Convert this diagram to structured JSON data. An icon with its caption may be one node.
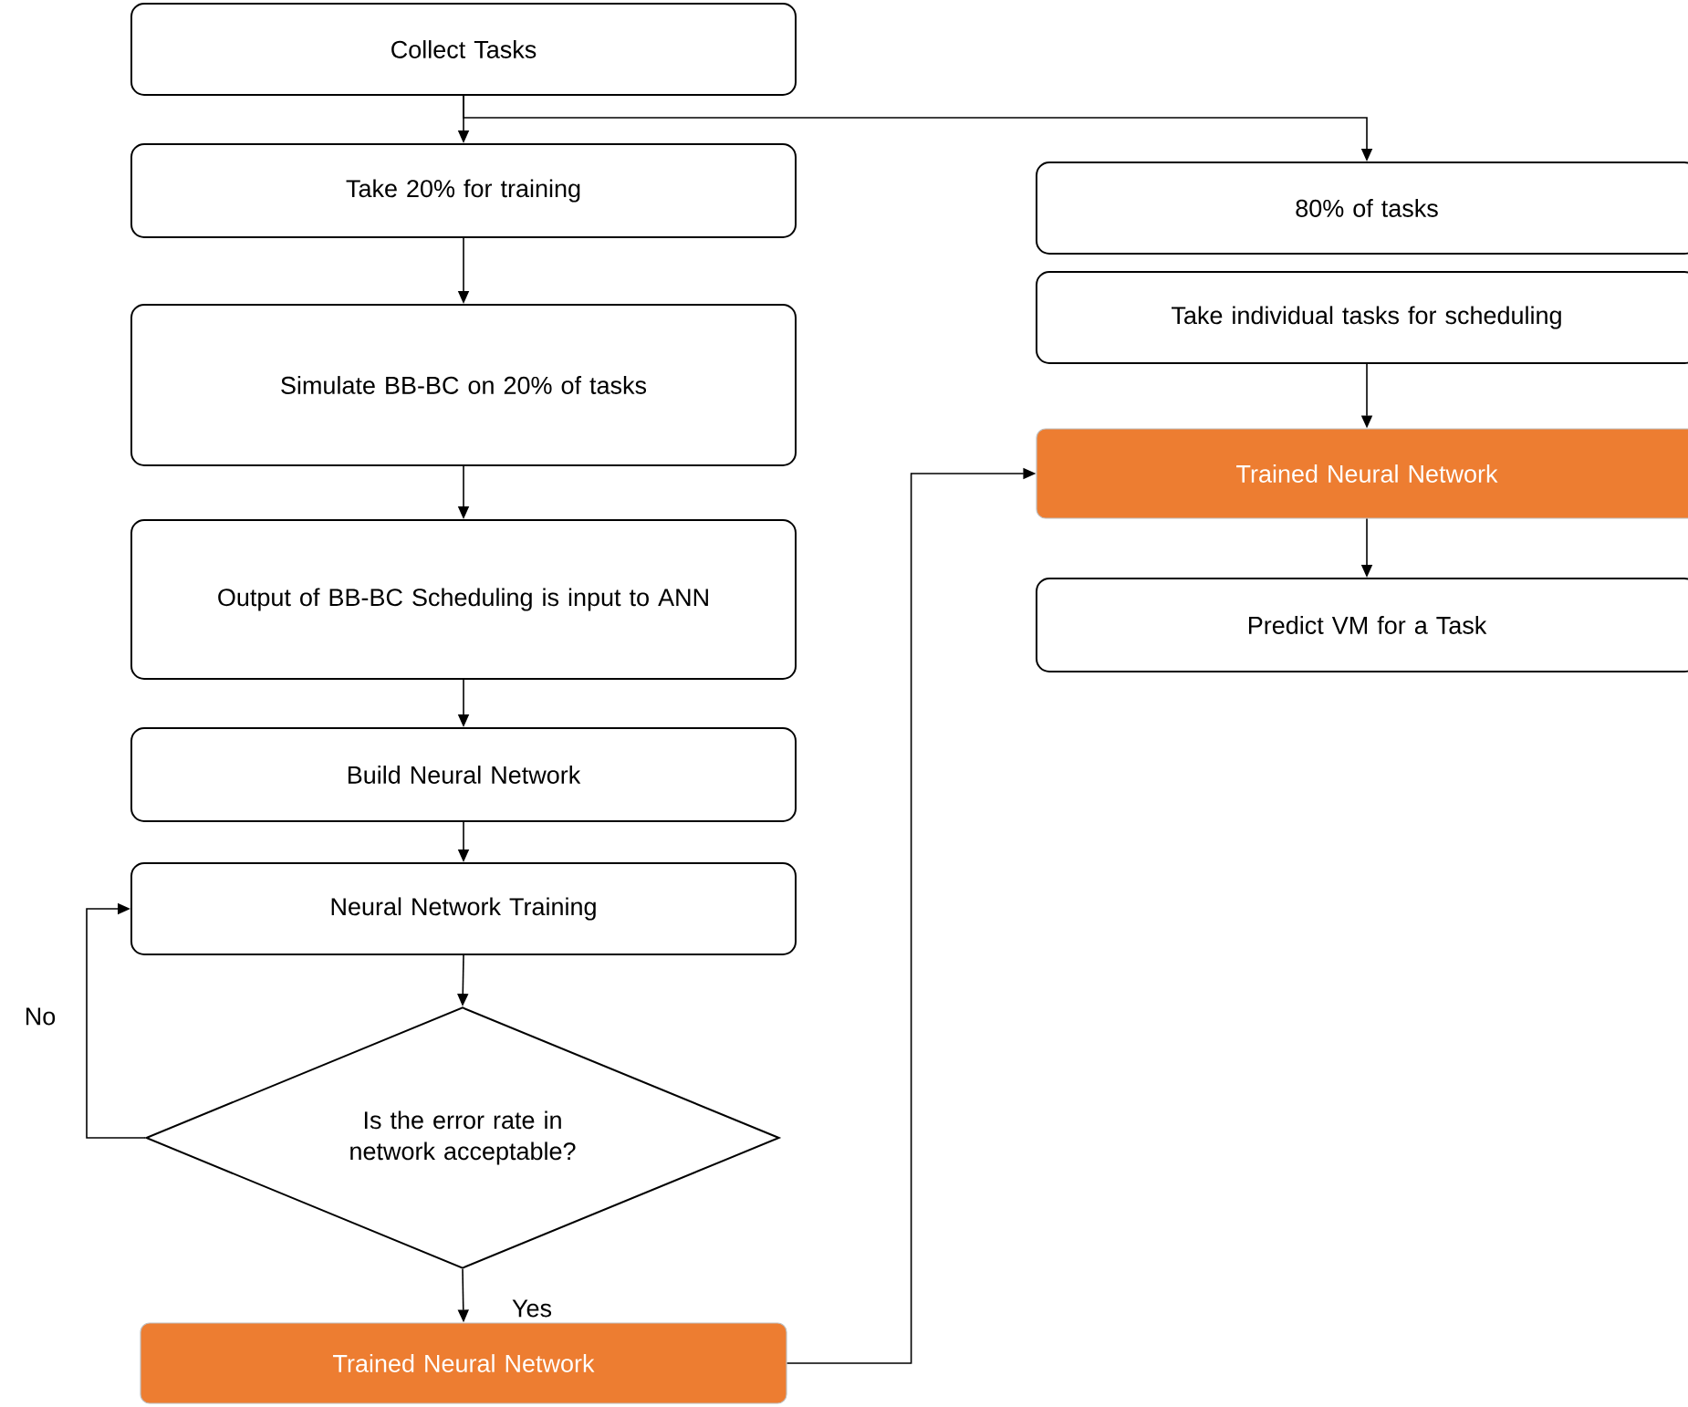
{
  "diagram": {
    "nodes": [
      {
        "text": [
          "Collect Tasks"
        ]
      },
      {
        "text": [
          "Take 20% for training"
        ]
      },
      {
        "text": [
          "Simulate BB-BC on 20% of tasks"
        ]
      },
      {
        "text": [
          "Output of BB-BC Scheduling is input to ANN"
        ]
      },
      {
        "text": [
          "Build Neural Network"
        ]
      },
      {
        "text": [
          "Neural Network Training"
        ]
      },
      {
        "text": [
          "Is the error rate in network acceptable?"
        ]
      },
      {
        "text": [
          "Trained Neural Network"
        ]
      },
      {
        "text": [
          "80% of tasks"
        ]
      },
      {
        "text": [
          "Take individual tasks for scheduling"
        ]
      },
      {
        "text": [
          "Trained Neural Network"
        ]
      },
      {
        "text": [
          "Predict VM for a Task"
        ]
      }
    ],
    "edges": [
      {
        "from": 0,
        "to": 1,
        "arrow": "to"
      },
      {
        "from": 0,
        "to": 8,
        "arrow": "to"
      },
      {
        "from": 1,
        "to": 2,
        "arrow": "to"
      },
      {
        "from": 2,
        "to": 3,
        "arrow": "to"
      },
      {
        "from": 3,
        "to": 4,
        "arrow": "to"
      },
      {
        "from": 4,
        "to": 5,
        "arrow": "to"
      },
      {
        "from": 5,
        "to": 6,
        "arrow": "to"
      },
      {
        "from": 6,
        "to": 5,
        "arrow": "to",
        "label": "No"
      },
      {
        "from": 6,
        "to": 7,
        "arrow": "to",
        "label": "Yes"
      },
      {
        "from": 7,
        "to": 10,
        "arrow": "to"
      },
      {
        "from": 9,
        "to": 10,
        "arrow": "to"
      },
      {
        "from": 10,
        "to": 11,
        "arrow": "to"
      }
    ]
  }
}
